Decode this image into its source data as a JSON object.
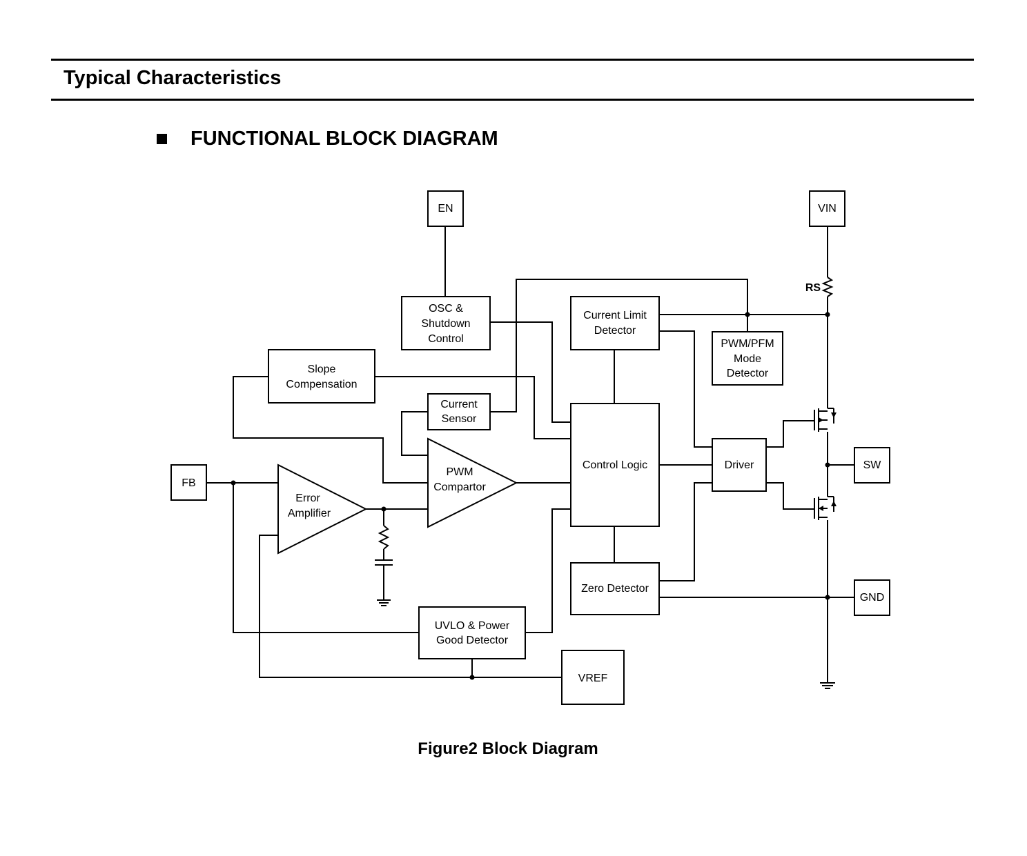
{
  "header": {
    "section_title": "Typical Characteristics"
  },
  "heading": "FUNCTIONAL BLOCK DIAGRAM",
  "diagram": {
    "pins": {
      "en": "EN",
      "vin": "VIN",
      "fb": "FB",
      "sw": "SW",
      "gnd": "GND",
      "vref": "VREF"
    },
    "blocks": {
      "osc_line1": "OSC &",
      "osc_line2": "Shutdown",
      "osc_line3": "Control",
      "ilim_line1": "Current Limit",
      "ilim_line2": "Detector",
      "pwmpfm_line1": "PWM/PFM",
      "pwmpfm_line2": "Mode",
      "pwmpfm_line3": "Detector",
      "slope_line1": "Slope",
      "slope_line2": "Compensation",
      "sensor_line1": "Current",
      "sensor_line2": "Sensor",
      "pwmcmp_line1": "PWM",
      "pwmcmp_line2": "Compartor",
      "control_logic": "Control Logic",
      "driver": "Driver",
      "erramp_line1": "Error",
      "erramp_line2": "Amplifier",
      "zero_detector": "Zero Detector",
      "uvlo_line1": "UVLO & Power",
      "uvlo_line2": "Good Detector"
    },
    "labels": {
      "rs": "RS"
    }
  },
  "caption": "Figure2 Block Diagram"
}
